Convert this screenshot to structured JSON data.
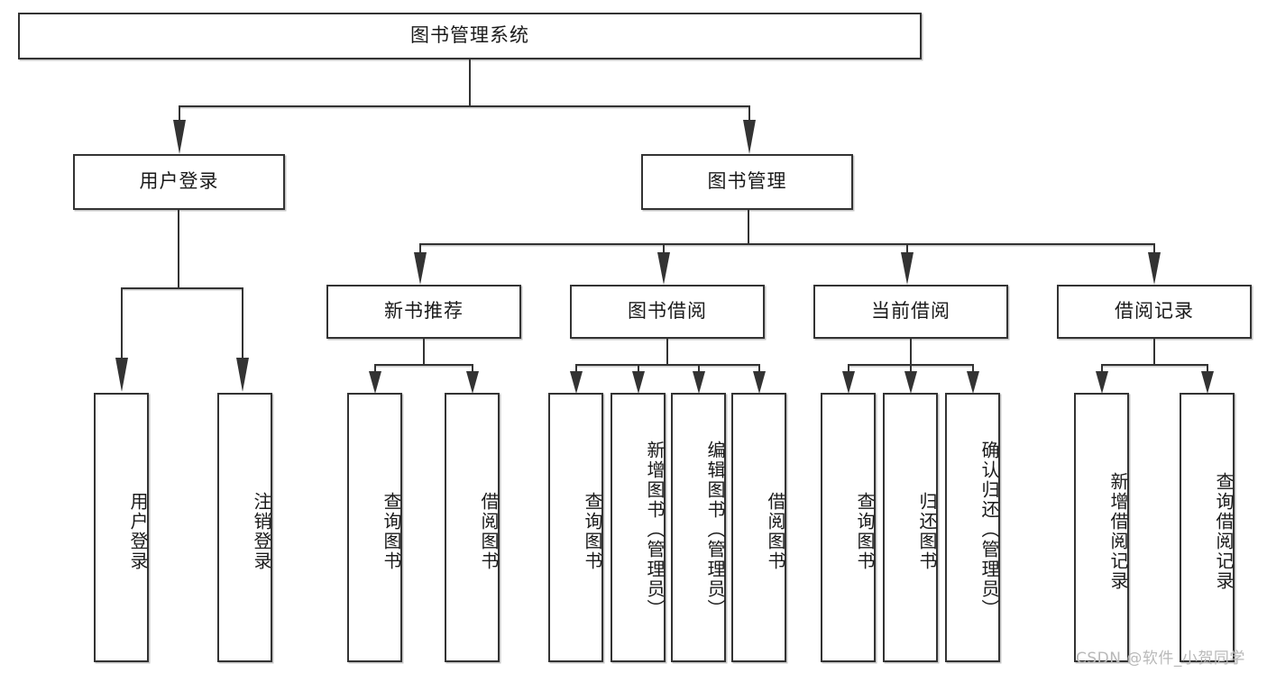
{
  "diagram": {
    "type": "tree-hierarchy",
    "title": "图书管理系统",
    "root": {
      "label": "图书管理系统"
    },
    "level1": [
      {
        "id": "user-login",
        "label": "用户登录"
      },
      {
        "id": "book-manage",
        "label": "图书管理"
      }
    ],
    "level2": [
      {
        "id": "new-book-recommend",
        "label": "新书推荐",
        "parent": "book-manage"
      },
      {
        "id": "book-borrow",
        "label": "图书借阅",
        "parent": "book-manage"
      },
      {
        "id": "current-borrow",
        "label": "当前借阅",
        "parent": "book-manage"
      },
      {
        "id": "borrow-record",
        "label": "借阅记录",
        "parent": "book-manage"
      }
    ],
    "leaves": {
      "user-login": [
        {
          "id": "leaf-user-login",
          "label": "用户登录"
        },
        {
          "id": "leaf-user-logout",
          "label": "注销登录"
        }
      ],
      "new-book-recommend": [
        {
          "id": "leaf-query-book-1",
          "label": "查询图书"
        },
        {
          "id": "leaf-borrow-book-1",
          "label": "借阅图书"
        }
      ],
      "book-borrow": [
        {
          "id": "leaf-query-book-2",
          "label": "查询图书"
        },
        {
          "id": "leaf-add-book",
          "label": "新增图书（管理员）"
        },
        {
          "id": "leaf-edit-book",
          "label": "编辑图书（管理员）"
        },
        {
          "id": "leaf-borrow-book-2",
          "label": "借阅图书"
        }
      ],
      "current-borrow": [
        {
          "id": "leaf-query-book-3",
          "label": "查询图书"
        },
        {
          "id": "leaf-return-book",
          "label": "归还图书"
        },
        {
          "id": "leaf-confirm-return",
          "label": "确认归还（管理员）"
        }
      ],
      "borrow-record": [
        {
          "id": "leaf-add-record",
          "label": "新增借阅记录"
        },
        {
          "id": "leaf-query-record",
          "label": "查询借阅记录"
        }
      ]
    }
  },
  "watermark": {
    "text": "CSDN @软件_小贺同学"
  },
  "colors": {
    "box_border": "#333333",
    "box_fill": "#ffffff",
    "line": "#333333",
    "text": "#1a1a1a",
    "watermark": "#b9b9b9",
    "background": "#ffffff"
  }
}
